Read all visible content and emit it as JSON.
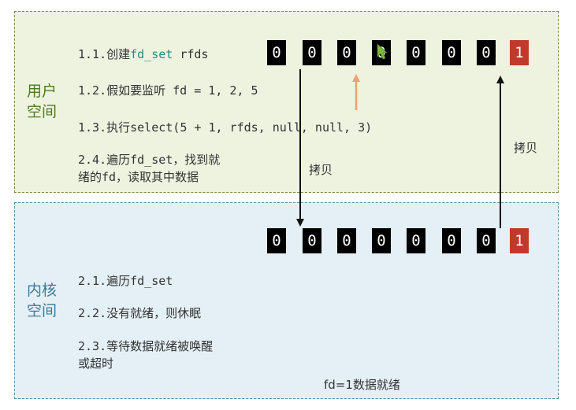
{
  "user_space": {
    "label": "用户\n空间",
    "step_1_1": {
      "prefix": "1.1.创建",
      "code": "fd_set",
      "suffix": " rfds"
    },
    "step_1_2": "1.2.假如要监听 fd = 1, 2, 5",
    "step_1_3": "1.3.执行select(5 + 1, rfds, null, null, 3)",
    "step_2_4": "2.4.遍历fd_set，找到就\n绪的fd，读取其中数据",
    "bits": [
      "0",
      "0",
      "0",
      "0",
      "0",
      "0",
      "0",
      "1"
    ]
  },
  "kernel_space": {
    "label": "内核\n空间",
    "step_2_1": "2.1.遍历fd_set",
    "step_2_2": "2.2.没有就绪，则休眠",
    "step_2_3": "2.3.等待数据就绪被唤醒\n或超时",
    "bits": [
      "0",
      "0",
      "0",
      "0",
      "0",
      "0",
      "0",
      "1"
    ],
    "ready_note": "fd=1数据就绪"
  },
  "arrows": {
    "copy_down_label": "拷贝",
    "copy_up_label": "拷贝"
  },
  "colors": {
    "user_bg": "#eef3e0",
    "kernel_bg": "#e4f0f6",
    "bit_zero": "#000000",
    "bit_one": "#c0392b",
    "pointer_arrow": "#f0a070"
  }
}
